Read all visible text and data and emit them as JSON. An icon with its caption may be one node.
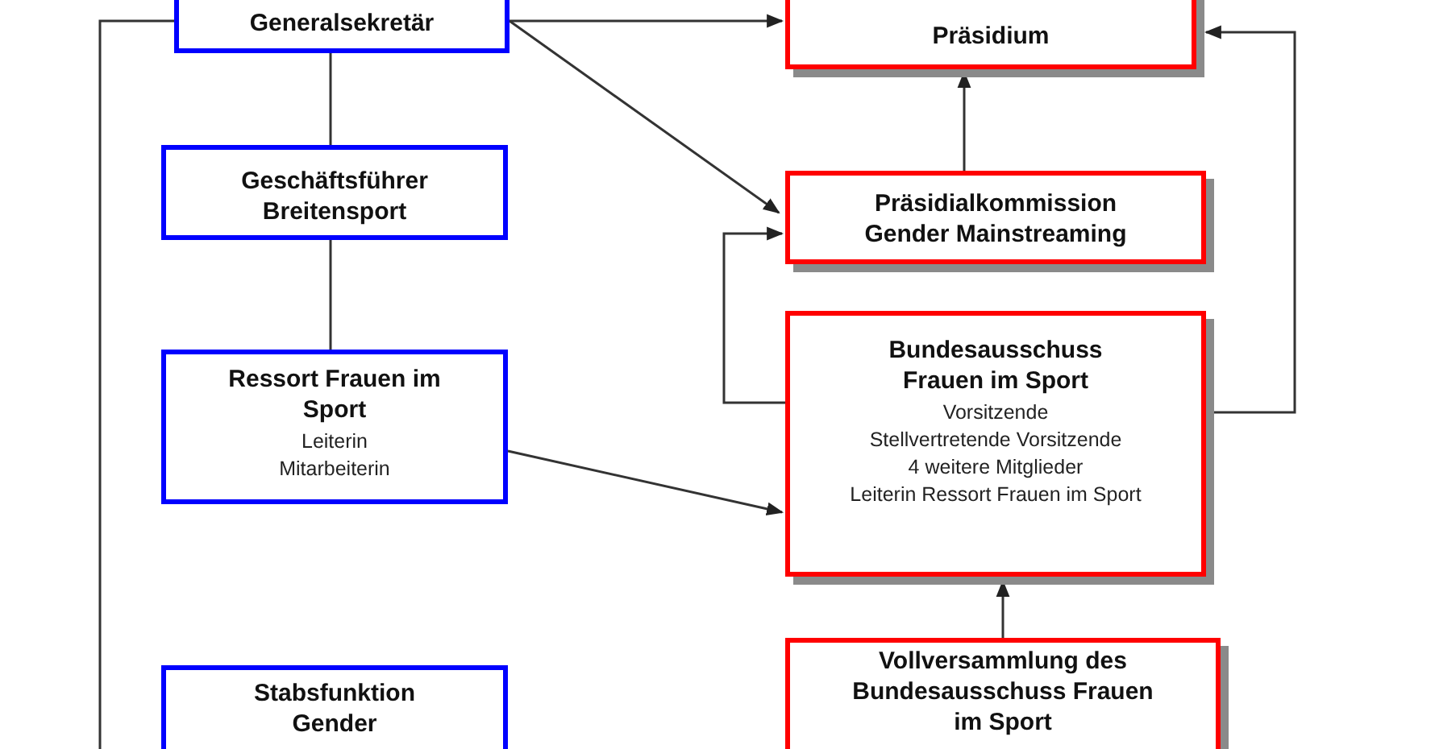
{
  "diagram": {
    "nodes": [
      {
        "text": [
          "Generalsekretär"
        ]
      },
      {
        "text": [
          "Präsidium"
        ]
      },
      {
        "text": [
          "Geschäftsführer Breitensport"
        ]
      },
      {
        "text": [
          "Präsidialkommission Gender Mainstreaming"
        ]
      },
      {
        "text": [
          "Ressort Frauen im Sport",
          "Leiterin",
          "Mitarbeiterin"
        ]
      },
      {
        "text": [
          "Bundesausschuss Frauen im Sport",
          "Vorsitzende",
          "Stellvertretende Vorsitzende",
          "4 weitere Mitglieder",
          "Leiterin Ressort Frauen im Sport"
        ]
      },
      {
        "text": [
          "Stabsfunktion Gender"
        ]
      },
      {
        "text": [
          "Vollversammlung des Bundesausschuss Frauen im Sport"
        ]
      }
    ],
    "edges": [
      {
        "from": 0,
        "to": 1,
        "arrow": "to"
      },
      {
        "from": 0,
        "to": 3,
        "arrow": "to"
      },
      {
        "from": 0,
        "to": 2,
        "arrow": "none"
      },
      {
        "from": 2,
        "to": 4,
        "arrow": "none"
      },
      {
        "from": 3,
        "to": 1,
        "arrow": "to"
      },
      {
        "from": 4,
        "to": 5,
        "arrow": "to"
      },
      {
        "from": 5,
        "to": 3,
        "arrow": "to"
      },
      {
        "from": 5,
        "to": 1,
        "arrow": "to"
      },
      {
        "from": 7,
        "to": 5,
        "arrow": "to"
      },
      {
        "from": 0,
        "to": null,
        "arrow": "none"
      }
    ]
  }
}
